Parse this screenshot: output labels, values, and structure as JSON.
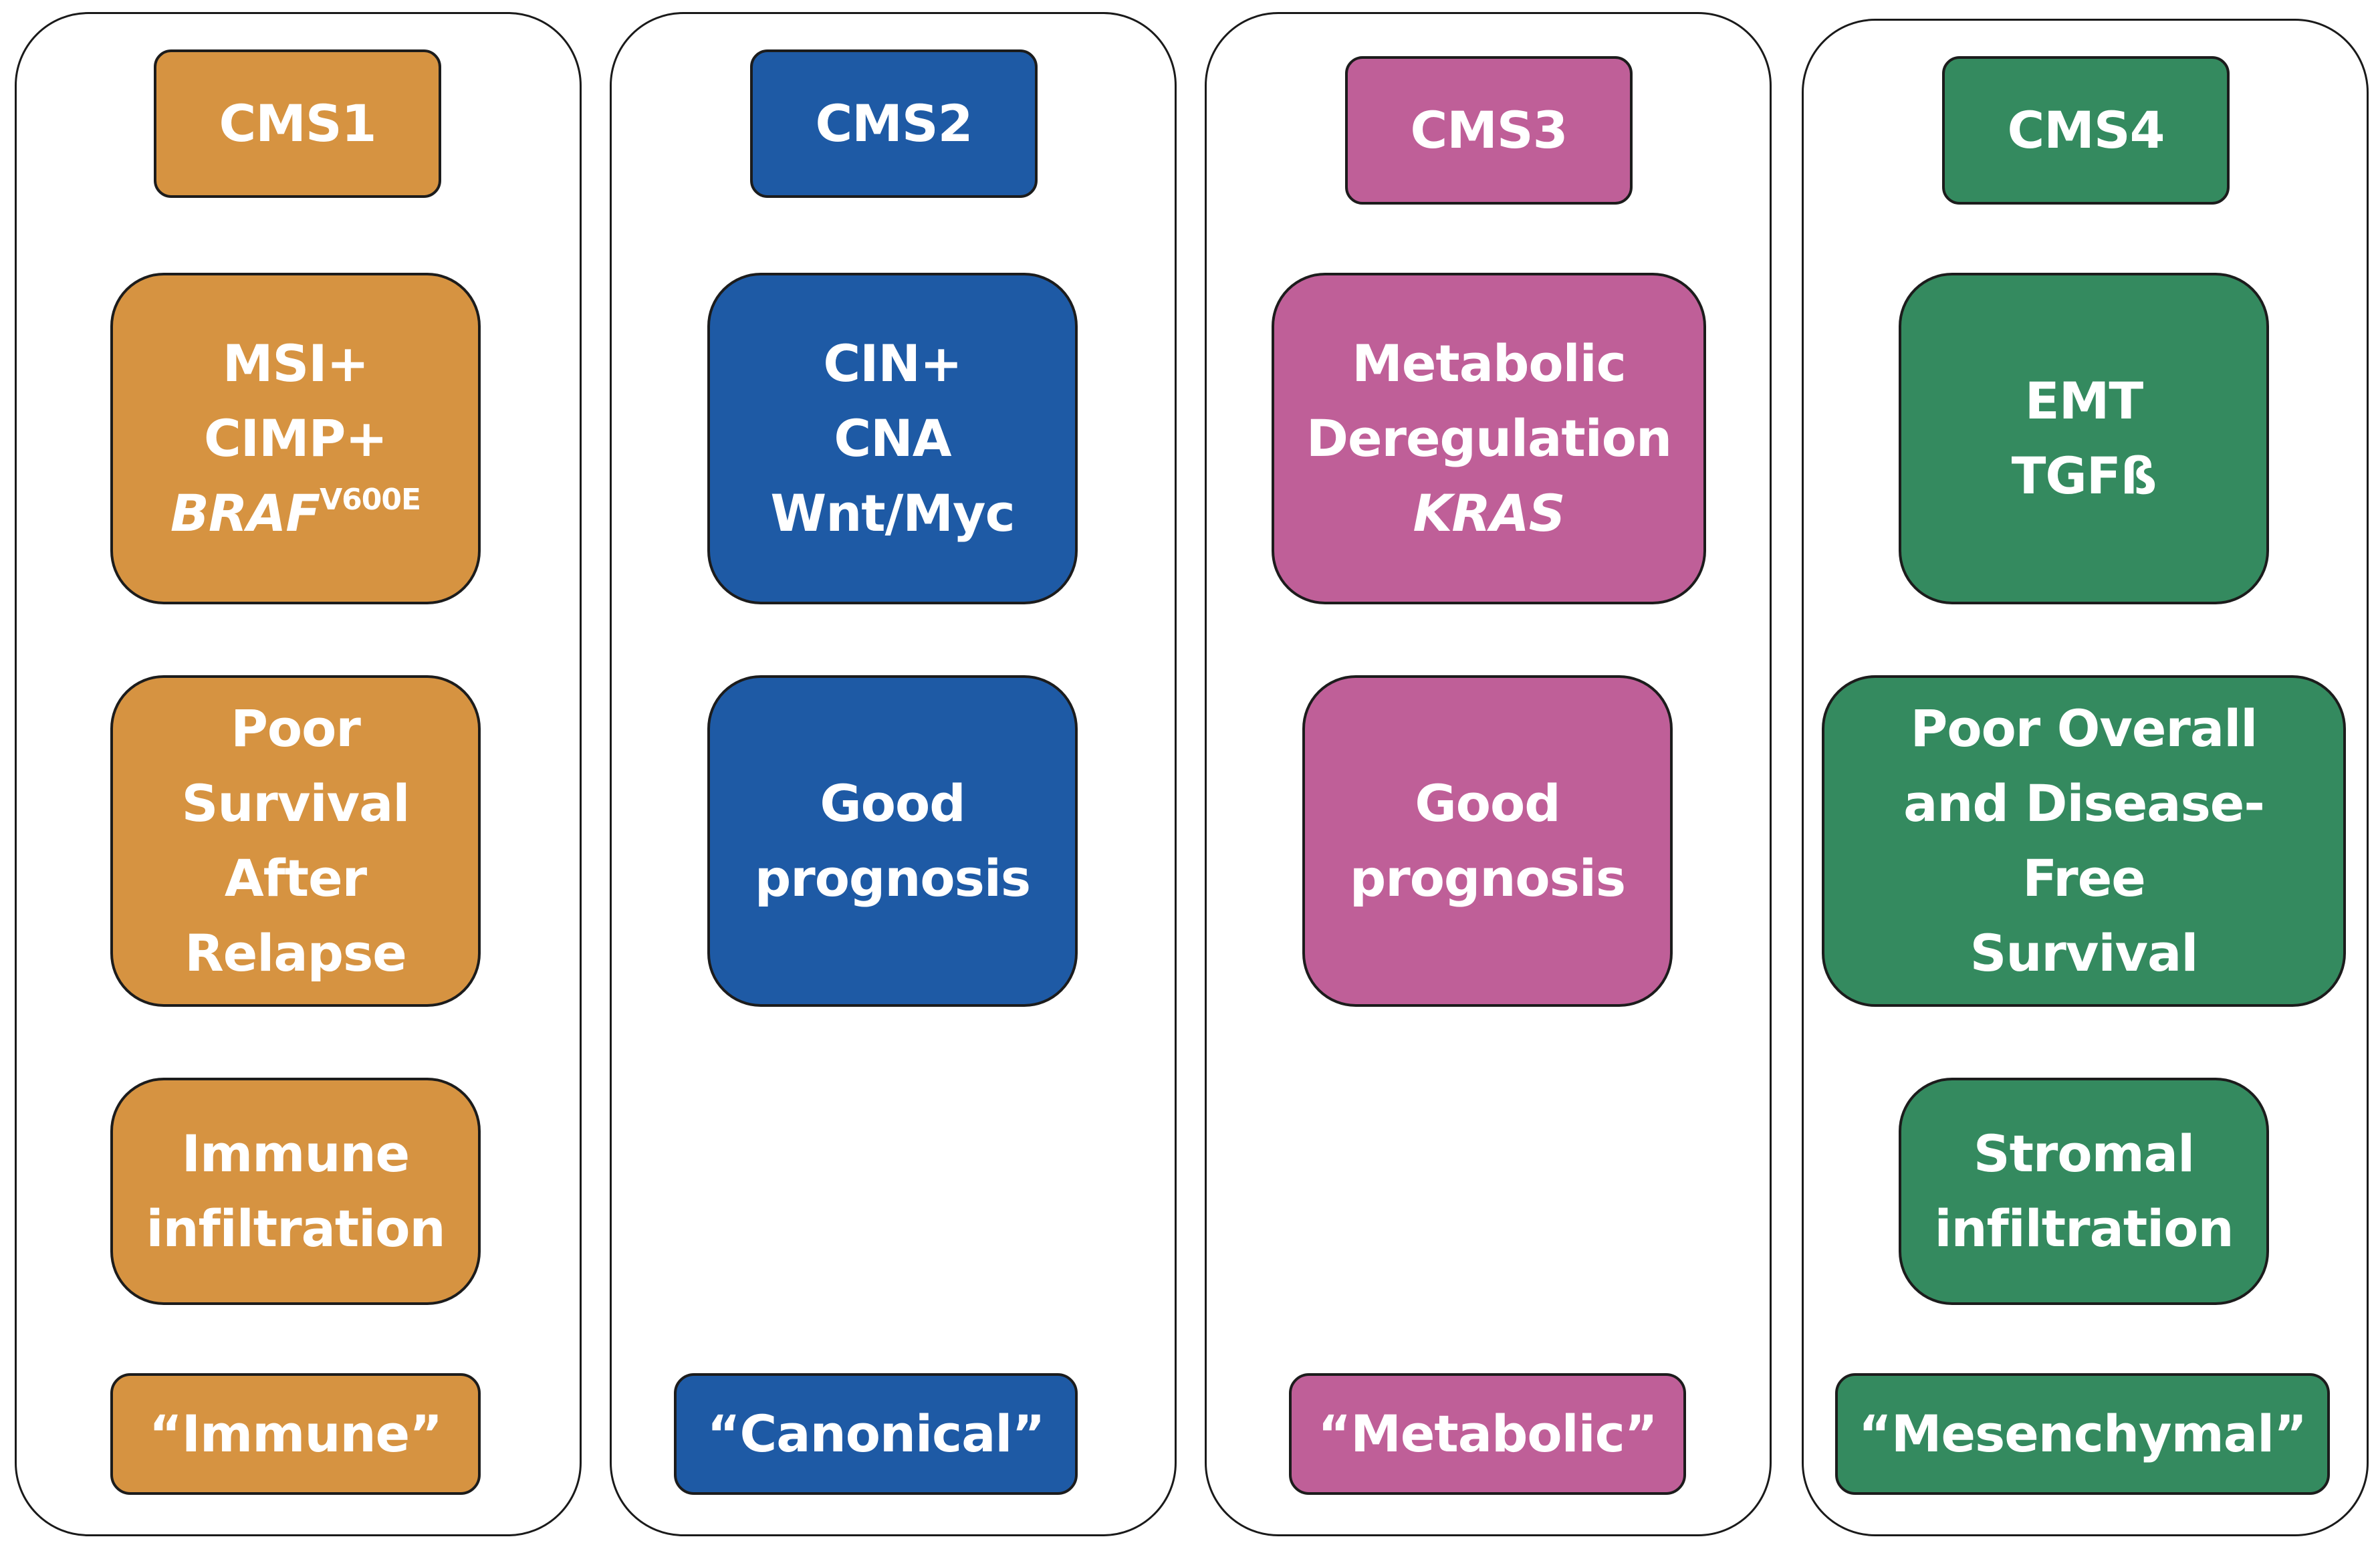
{
  "colors": {
    "cms1": "#D69341",
    "cms2": "#1E5AA5",
    "cms3": "#BF5F98",
    "cms4": "#348A5F"
  },
  "cms1": {
    "title": "CMS1",
    "features": {
      "line1": "MSI+",
      "line2": "CIMP+",
      "gene": "BRAF",
      "mutation": "V600E"
    },
    "prognosis": [
      "Poor",
      "Survival",
      "After",
      "Relapse"
    ],
    "infiltration": [
      "Immune",
      "infiltration"
    ],
    "label": "“Immune”"
  },
  "cms2": {
    "title": "CMS2",
    "features": [
      "CIN+",
      "CNA",
      "Wnt/Myc"
    ],
    "prognosis": [
      "Good",
      "prognosis"
    ],
    "label": "“Canonical”"
  },
  "cms3": {
    "title": "CMS3",
    "features": {
      "line1": "Metabolic",
      "line2": "Deregulation",
      "gene": "KRAS"
    },
    "prognosis": [
      "Good",
      "prognosis"
    ],
    "label": "“Metabolic”"
  },
  "cms4": {
    "title": "CMS4",
    "features": [
      "EMT",
      "TGFß"
    ],
    "prognosis": [
      "Poor Overall",
      "and Disease-",
      "Free",
      "Survival"
    ],
    "infiltration": [
      "Stromal",
      "infiltration"
    ],
    "label": "“Mesenchymal”"
  }
}
